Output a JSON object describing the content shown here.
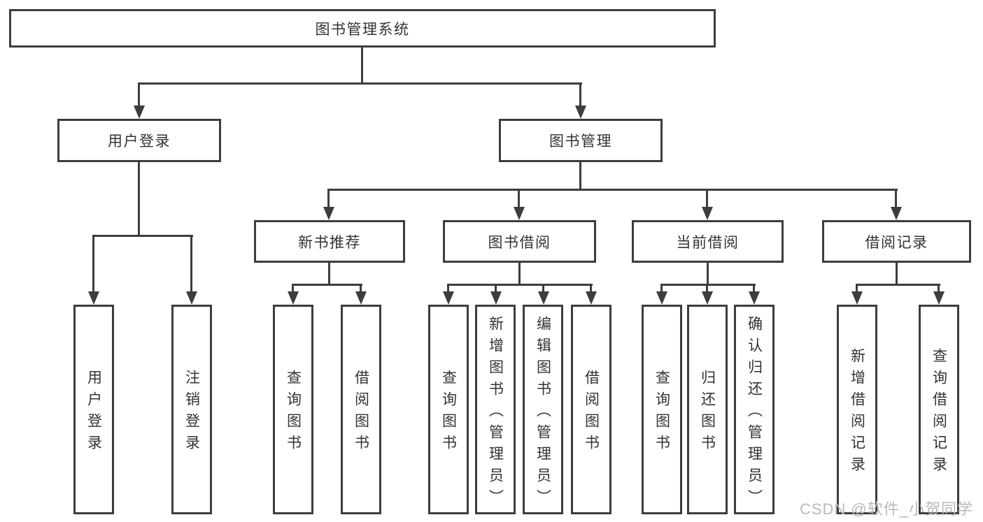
{
  "tree": {
    "root": {
      "label": "图书管理系统"
    },
    "branches": [
      {
        "label": "用户登录",
        "children": [
          {
            "label": "用户登录"
          },
          {
            "label": "注销登录"
          }
        ]
      },
      {
        "label": "图书管理",
        "children": [
          {
            "label": "新书推荐",
            "children": [
              {
                "label": "查询图书"
              },
              {
                "label": "借阅图书"
              }
            ]
          },
          {
            "label": "图书借阅",
            "children": [
              {
                "label": "查询图书"
              },
              {
                "label": "新增图书（管理员）"
              },
              {
                "label": "编辑图书（管理员）"
              },
              {
                "label": "借阅图书"
              }
            ]
          },
          {
            "label": "当前借阅",
            "children": [
              {
                "label": "查询图书"
              },
              {
                "label": "归还图书"
              },
              {
                "label": "确认归还（管理员）"
              }
            ]
          },
          {
            "label": "借阅记录",
            "children": [
              {
                "label": "新增借阅记录"
              },
              {
                "label": "查询借阅记录"
              }
            ]
          }
        ]
      }
    ]
  },
  "watermark": {
    "text": "CSDN @软件_小贺同学"
  },
  "colors": {
    "line": "#3d3d3d",
    "text": "#333333",
    "background": "#ffffff",
    "watermark": "#b9b9b9"
  }
}
